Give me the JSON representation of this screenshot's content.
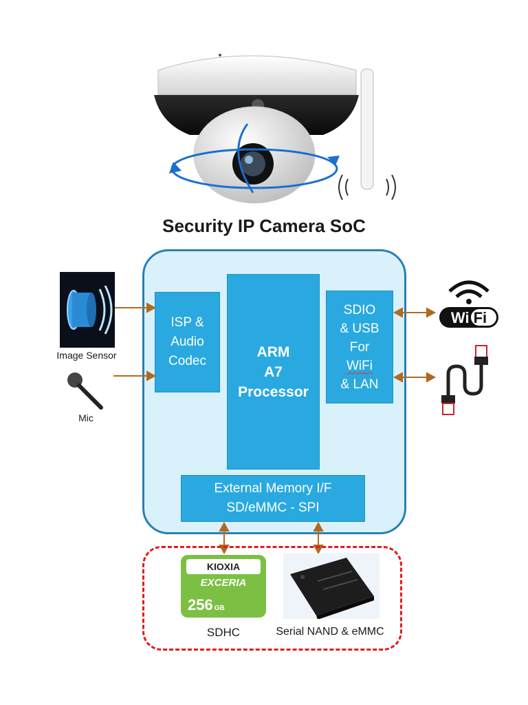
{
  "diagram": {
    "title": "Security IP Camera SoC",
    "blocks": {
      "isp": {
        "lines": [
          "ISP &",
          "Audio",
          "Codec"
        ]
      },
      "arm": {
        "lines": [
          "ARM",
          "A7",
          "Processor"
        ]
      },
      "sdio": {
        "lines": [
          "SDIO",
          "& USB",
          "For",
          "WiFi",
          "& LAN"
        ]
      },
      "memory": {
        "lines": [
          "External Memory I/F",
          "SD/eMMC - SPI"
        ]
      }
    },
    "peripherals": {
      "image_sensor": "Image Sensor",
      "mic": "Mic",
      "wifi_logo": "WiFi",
      "sdhc": "SDHC",
      "nand": "Serial NAND & eMMC"
    },
    "sd_card": {
      "brand": "KIOXIA",
      "line": "EXCERIA",
      "capacity": "256",
      "capacity_unit": "GB"
    },
    "colors": {
      "soc_fill": "#d9f1fb",
      "soc_border": "#2b7fb0",
      "block_fill": "#29a9e0",
      "arrow": "#b06a1e",
      "dash_border": "#e31b1b"
    },
    "icons": [
      "dome-camera-icon",
      "antenna-icon",
      "image-sensor-icon",
      "microphone-icon",
      "wifi-icon",
      "ethernet-cable-icon",
      "sd-card-icon",
      "nand-chip-icon"
    ]
  }
}
